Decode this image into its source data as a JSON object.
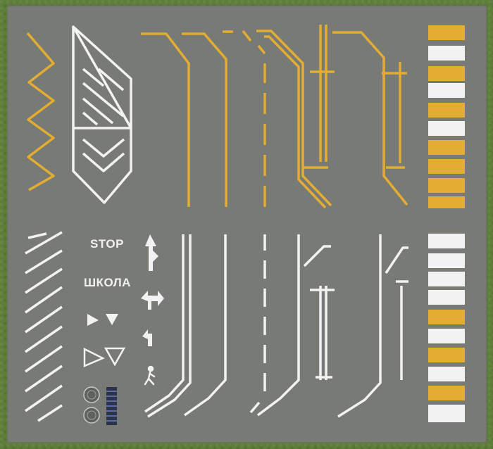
{
  "sheet": {
    "text_markings": {
      "stop": "STOP",
      "school": "ШКОЛА"
    },
    "colors": {
      "grass": "#5c7e39",
      "asphalt": "#787a75",
      "white_paint": "#f2f2f2",
      "yellow_paint": "#e3ac33"
    },
    "icons": [
      "zigzag-marking",
      "chevron-island",
      "hatched-area",
      "yield-triangles",
      "lane-arrows",
      "pedestrian-symbol",
      "manhole-covers",
      "drain-grate",
      "crosswalk-stripes"
    ]
  }
}
